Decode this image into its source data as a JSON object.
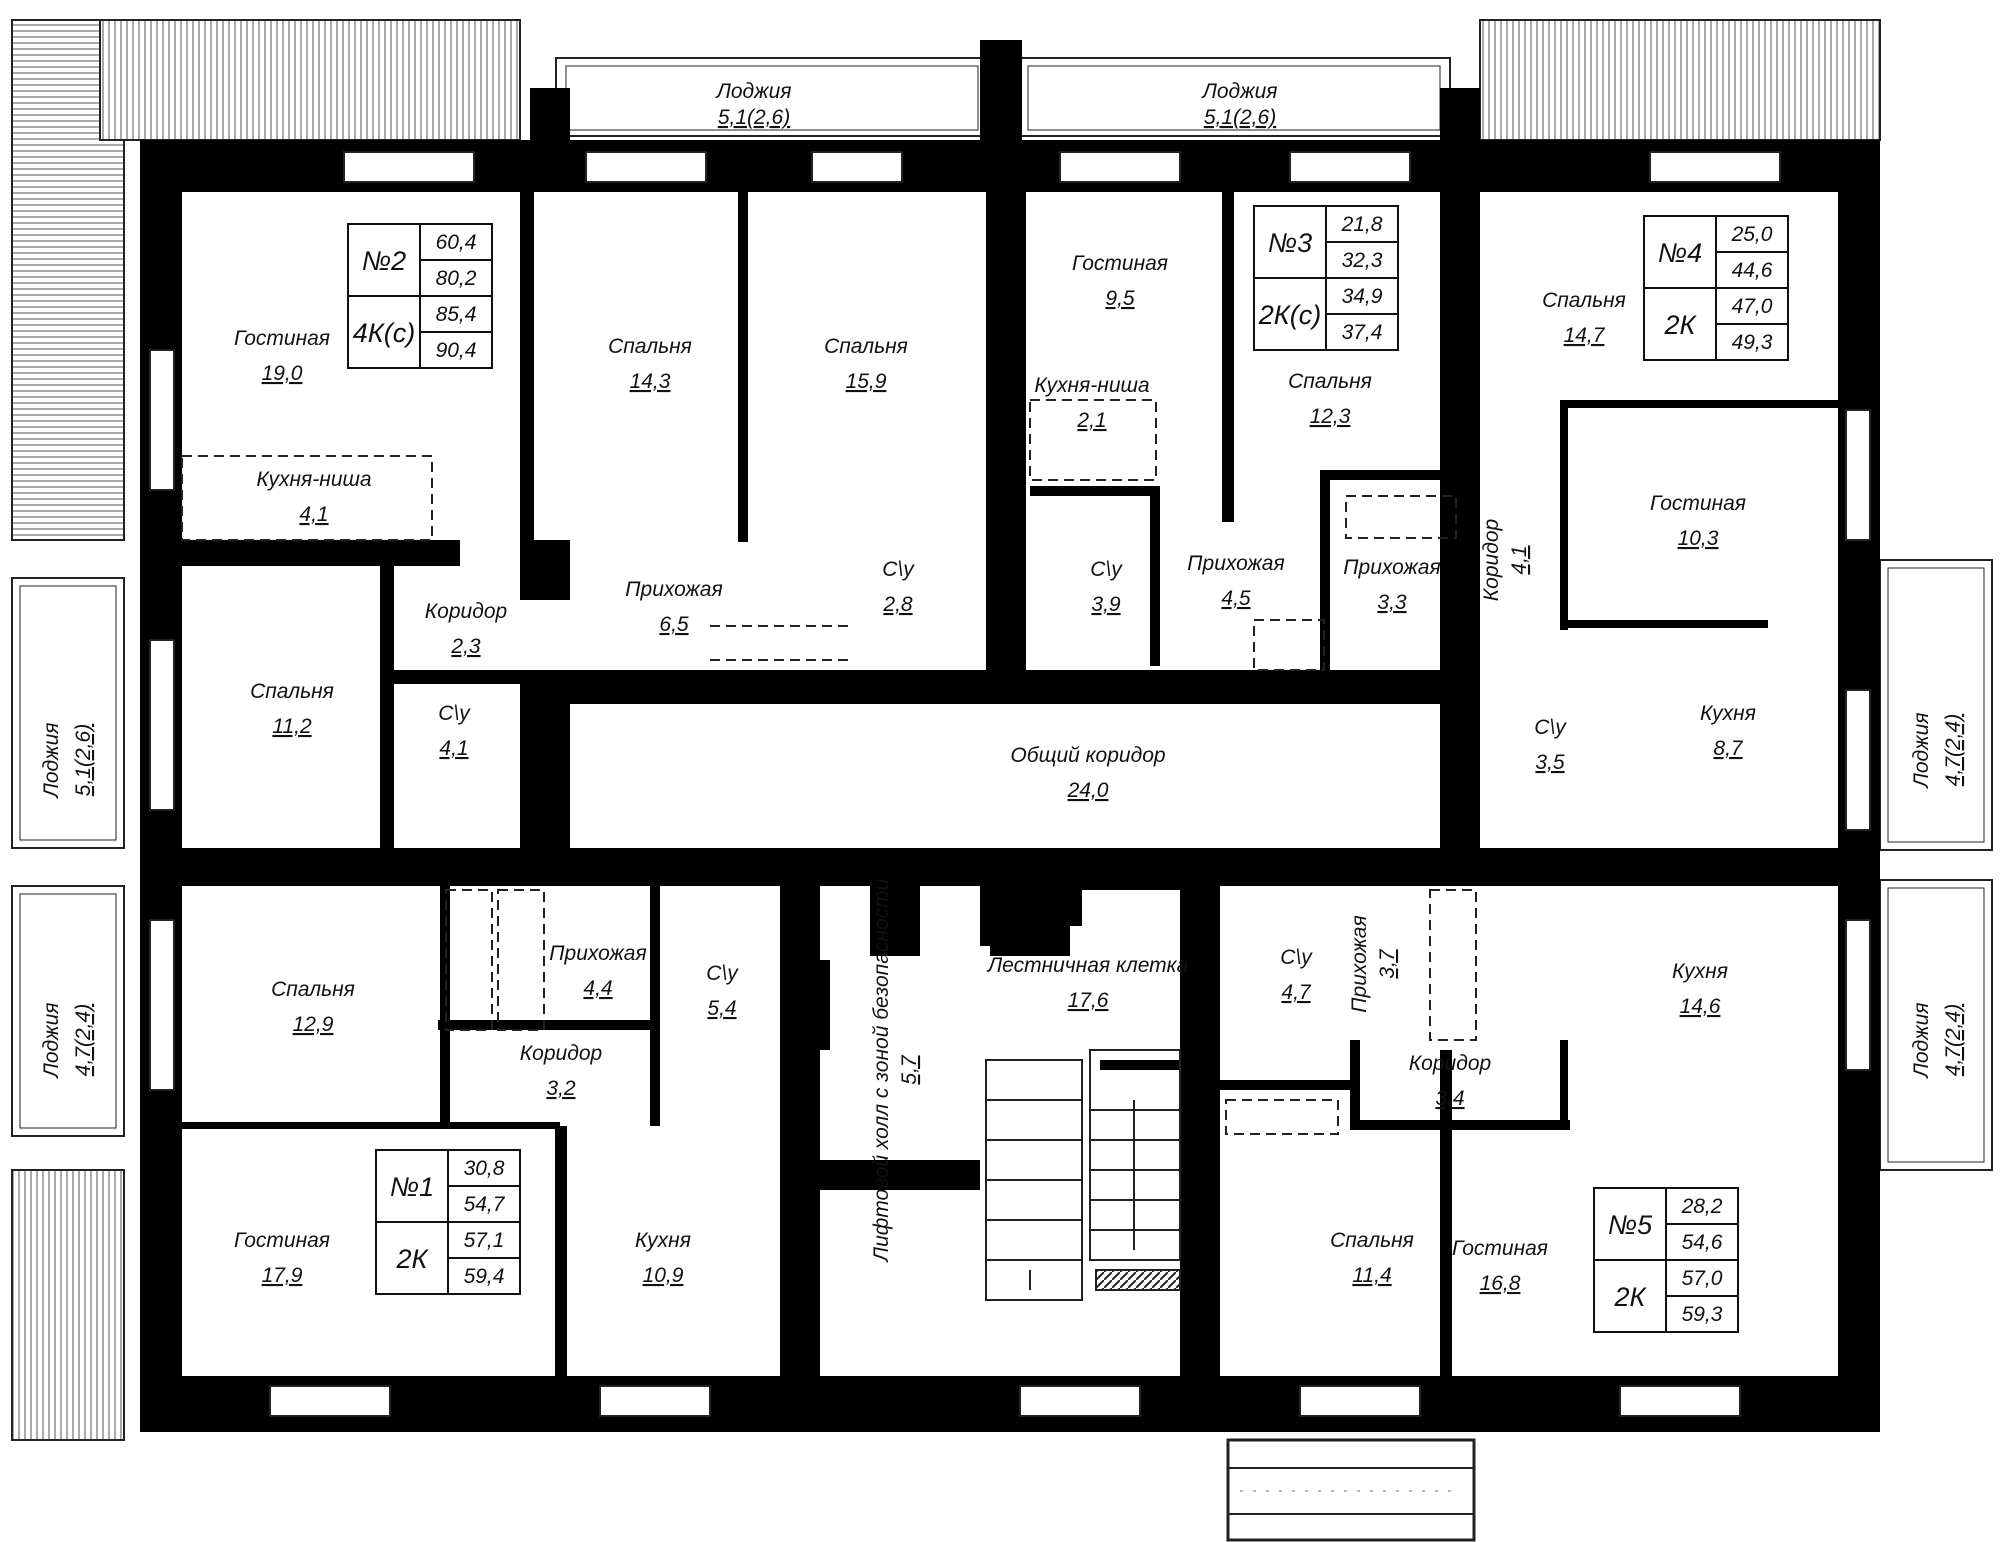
{
  "rooms": [
    {
      "id": "ap2-living",
      "name": "Гостиная",
      "area": "19,0"
    },
    {
      "id": "ap2-kitchen",
      "name": "Кухня-ниша",
      "area": "4,1"
    },
    {
      "id": "ap2-bedroom-a",
      "name": "Спальня",
      "area": "14,3"
    },
    {
      "id": "ap2-bedroom-b",
      "name": "Спальня",
      "area": "15,9"
    },
    {
      "id": "ap2-hall",
      "name": "Прихожая",
      "area": "6,5"
    },
    {
      "id": "ap2-bath",
      "name": "С\\у",
      "area": "2,8"
    },
    {
      "id": "ap2-corridor",
      "name": "Коридор",
      "area": "2,3"
    },
    {
      "id": "ap2-bedroom-c",
      "name": "Спальня",
      "area": "11,2"
    },
    {
      "id": "ap2-bath-b",
      "name": "С\\у",
      "area": "4,1"
    },
    {
      "id": "ap3-living",
      "name": "Гостиная",
      "area": "9,5"
    },
    {
      "id": "ap3-kitchen",
      "name": "Кухня-ниша",
      "area": "2,1"
    },
    {
      "id": "ap3-bath",
      "name": "С\\у",
      "area": "3,9"
    },
    {
      "id": "ap3-hall",
      "name": "Прихожая",
      "area": "4,5"
    },
    {
      "id": "ap3-bedroom",
      "name": "Спальня",
      "area": "12,3"
    },
    {
      "id": "ap4-hall",
      "name": "Прихожая",
      "area": "3,3"
    },
    {
      "id": "ap4-bedroom",
      "name": "Спальня",
      "area": "14,7"
    },
    {
      "id": "ap4-living",
      "name": "Гостиная",
      "area": "10,3"
    },
    {
      "id": "ap4-corridor",
      "name": "Коридор",
      "area": "4,1"
    },
    {
      "id": "ap4-bath",
      "name": "С\\у",
      "area": "3,5"
    },
    {
      "id": "ap4-kitchen",
      "name": "Кухня",
      "area": "8,7"
    },
    {
      "id": "common-corridor",
      "name": "Общий коридор",
      "area": "24,0"
    },
    {
      "id": "ap1-bedroom",
      "name": "Спальня",
      "area": "12,9"
    },
    {
      "id": "ap1-hall",
      "name": "Прихожая",
      "area": "4,4"
    },
    {
      "id": "ap1-corridor",
      "name": "Коридор",
      "area": "3,2"
    },
    {
      "id": "ap1-bath",
      "name": "С\\у",
      "area": "5,4"
    },
    {
      "id": "ap1-living",
      "name": "Гостиная",
      "area": "17,9"
    },
    {
      "id": "ap1-kitchen",
      "name": "Кухня",
      "area": "10,9"
    },
    {
      "id": "stairwell",
      "name": "Лестничная клетка",
      "area": "17,6"
    },
    {
      "id": "ap5-bath",
      "name": "С\\у",
      "area": "4,7"
    },
    {
      "id": "ap5-hall",
      "name": "Прихожая",
      "area": "3,7"
    },
    {
      "id": "ap5-corridor",
      "name": "Коридор",
      "area": "3,4"
    },
    {
      "id": "ap5-kitchen",
      "name": "Кухня",
      "area": "14,6"
    },
    {
      "id": "ap5-bedroom",
      "name": "Спальня",
      "area": "11,4"
    },
    {
      "id": "ap5-living",
      "name": "Гостиная",
      "area": "16,8"
    },
    {
      "id": "lift-hall",
      "name": "Лифтовой холл с зоной безопасности",
      "area": "5,7"
    }
  ],
  "loggias": [
    {
      "id": "loggia-top-left",
      "name": "Лоджия",
      "area": "5,1(2,6)"
    },
    {
      "id": "loggia-top-right",
      "name": "Лоджия",
      "area": "5,1(2,6)"
    },
    {
      "id": "loggia-left-upper",
      "name": "Лоджия",
      "area": "5,1(2,6)"
    },
    {
      "id": "loggia-left-lower",
      "name": "Лоджия",
      "area": "4,7(2,4)"
    },
    {
      "id": "loggia-right-upper",
      "name": "Лоджия",
      "area": "4,7(2,4)"
    },
    {
      "id": "loggia-right-lower",
      "name": "Лоджия",
      "area": "4,7(2,4)"
    }
  ],
  "apartments": [
    {
      "id": "ap2",
      "number": "№2",
      "type": "4К(с)",
      "areas": [
        "60,4",
        "80,2",
        "85,4",
        "90,4"
      ]
    },
    {
      "id": "ap3",
      "number": "№3",
      "type": "2К(с)",
      "areas": [
        "21,8",
        "32,3",
        "34,9",
        "37,4"
      ]
    },
    {
      "id": "ap4",
      "number": "№4",
      "type": "2К",
      "areas": [
        "25,0",
        "44,6",
        "47,0",
        "49,3"
      ]
    },
    {
      "id": "ap1",
      "number": "№1",
      "type": "2К",
      "areas": [
        "30,8",
        "54,7",
        "57,1",
        "59,4"
      ]
    },
    {
      "id": "ap5",
      "number": "№5",
      "type": "2К",
      "areas": [
        "28,2",
        "54,6",
        "57,0",
        "59,3"
      ]
    }
  ]
}
